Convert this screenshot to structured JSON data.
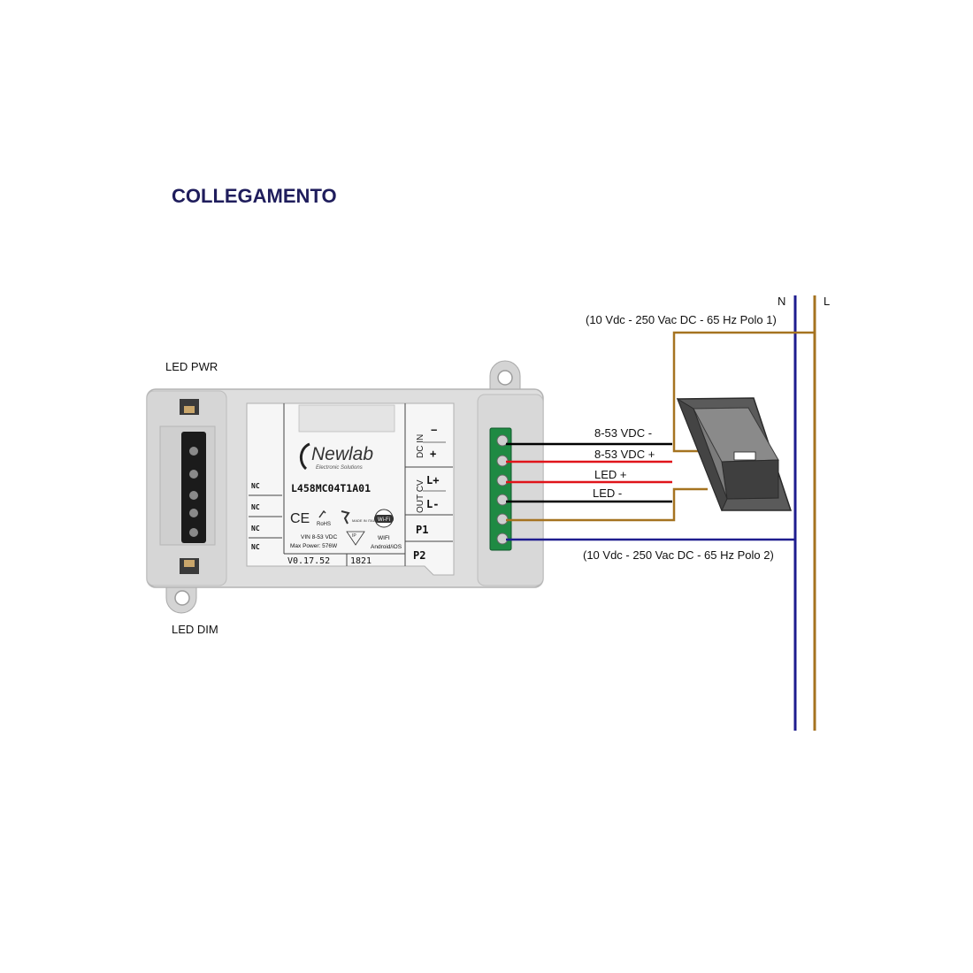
{
  "title": "COLLEGAMENTO",
  "device_labels": {
    "led_pwr": "LED PWR",
    "led_dim": "LED DIM"
  },
  "device": {
    "brand": "Newlab",
    "brand_sub": "Electronic Solutions",
    "model": "L458MC04T1A01",
    "nc_labels": [
      "NC",
      "NC",
      "NC",
      "NC"
    ],
    "spec_vin": "VIN 8-53 VDC",
    "spec_power": "Max Power: 576W",
    "wifi_label": "WIFI",
    "os_label": "Android/iOS",
    "version": "V0.17.52",
    "date_code": "1821",
    "ce_mark": "CE",
    "rohs_mark": "RoHS",
    "italy_mark": "MADE IN ITALY",
    "wifi_badge": "Wi-Fi",
    "ip_mark": "IP",
    "dc_in": "DC IN",
    "out_cv": "OUT CV",
    "terminal_minus": "−",
    "terminal_plus": "+",
    "terminal_lplus": "L+",
    "terminal_lminus": "L-",
    "terminal_p1": "P1",
    "terminal_p2": "P2"
  },
  "wire_labels": {
    "dc_minus": "8-53 VDC -",
    "dc_plus": "8-53 VDC +",
    "led_plus": "LED +",
    "led_minus": "LED -",
    "polo1": "(10 Vdc - 250 Vac DC - 65 Hz Polo 1)",
    "polo2": "(10 Vdc - 250 Vac DC - 65 Hz Polo 2)"
  },
  "mains": {
    "n_label": "N",
    "l_label": "L"
  },
  "colors": {
    "title": "#1f1d5c",
    "neutral_wire": "#1f1d8f",
    "line_wire": "#a57320",
    "black_wire": "#000000",
    "red_wire": "#e0141a",
    "terminal_green": "#1f8a43",
    "housing": "#dcdcdc",
    "switch_body": "#555555"
  }
}
